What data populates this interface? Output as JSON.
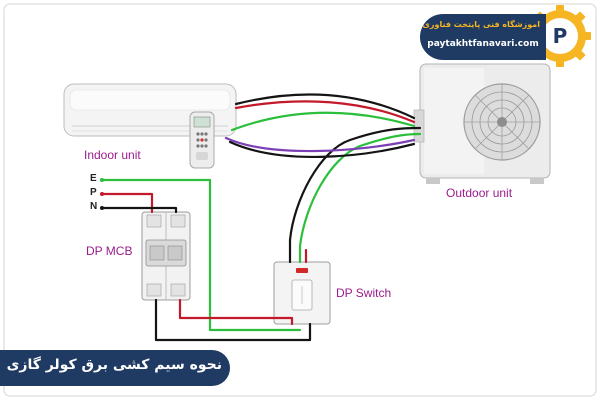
{
  "brand": {
    "name_fa": "اموزشگاه فنی پایتخت فناوری",
    "url": "paytakhtfanavari.com",
    "logo_letter": "P"
  },
  "labels": {
    "indoor_unit": "Indoor unit",
    "outdoor_unit": "Outdoor unit",
    "dp_mcb": "DP MCB",
    "dp_switch": "DP Switch",
    "earth": "E",
    "phase": "P",
    "neutral": "N"
  },
  "title_fa": "نحوه سیم کشی برق کولر گازی",
  "colors": {
    "earth_wire": "#2bbf3c",
    "phase_wire": "#c3192a",
    "neutral_wire": "#141414",
    "signal_wire": "#7b3fb6",
    "label_color": "#9b1c8c",
    "banner": "#1f3b63",
    "brand_accent": "#f6b623"
  }
}
